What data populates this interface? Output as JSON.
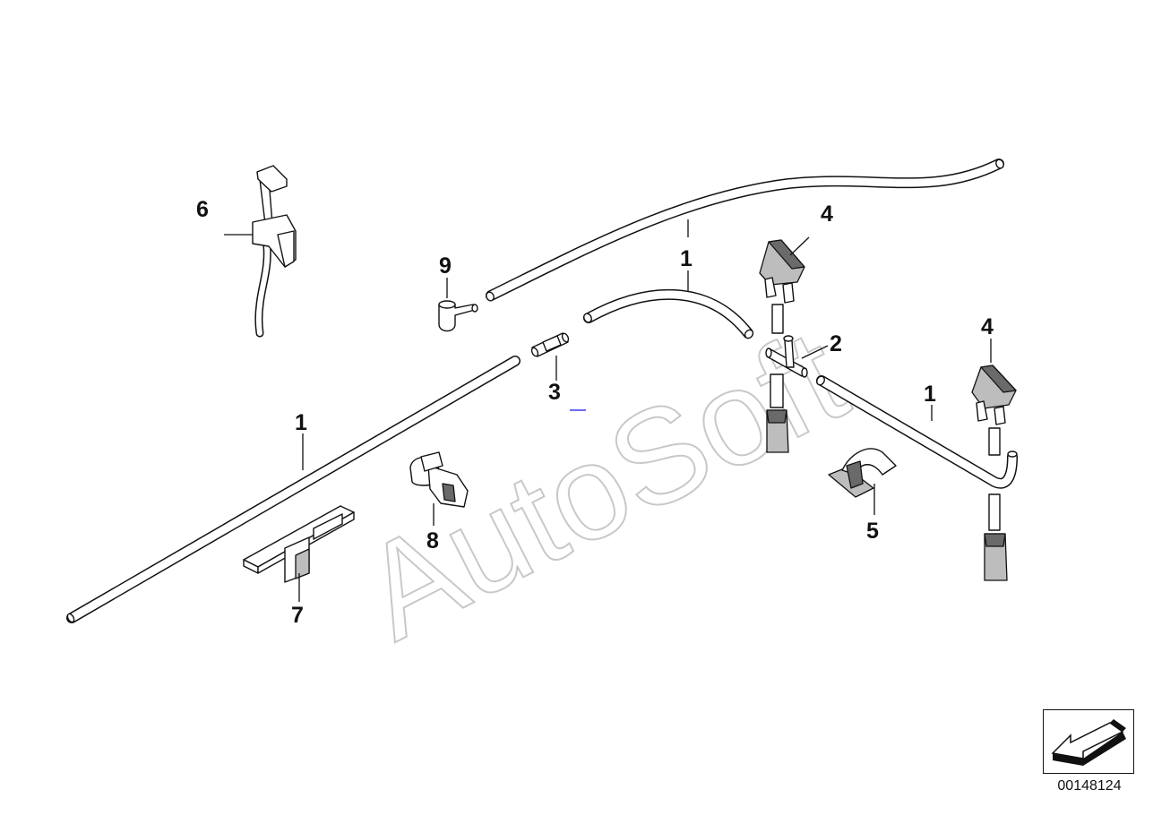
{
  "watermark": "AutoSoft",
  "diagram_number": "00148124",
  "callouts": [
    {
      "id": "callout-1a",
      "label": "1"
    },
    {
      "id": "callout-1b",
      "label": "1"
    },
    {
      "id": "callout-1c",
      "label": "1"
    },
    {
      "id": "callout-2",
      "label": "2"
    },
    {
      "id": "callout-3",
      "label": "3"
    },
    {
      "id": "callout-4a",
      "label": "4"
    },
    {
      "id": "callout-4b",
      "label": "4"
    },
    {
      "id": "callout-5",
      "label": "5"
    },
    {
      "id": "callout-6",
      "label": "6"
    },
    {
      "id": "callout-7",
      "label": "7"
    },
    {
      "id": "callout-8",
      "label": "8"
    },
    {
      "id": "callout-9",
      "label": "9"
    }
  ],
  "nav_icon": "arrow-back-icon"
}
